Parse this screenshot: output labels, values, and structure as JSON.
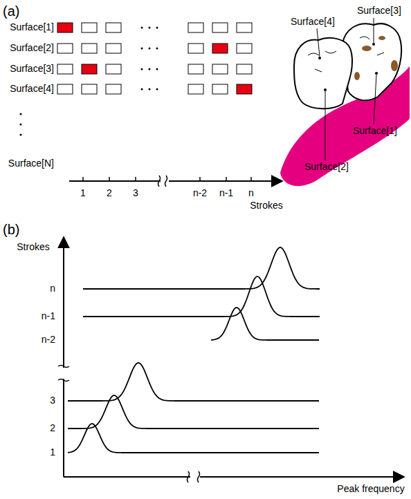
{
  "diagram": {
    "labels": [
      "(a)",
      "Surface[1]",
      "Surface[2]",
      "Surface[3]",
      "Surface[4]",
      "Surface[N]",
      "Surface[3]",
      "Surface[4]",
      "Surface[1]",
      "Surface[2]",
      "1",
      "2",
      "3",
      "n-2",
      "n-1",
      "n",
      "Strokes",
      "(b)",
      "Strokes",
      "n",
      "n-1",
      "n-2",
      "3",
      "2",
      "1",
      "Peak frequency"
    ]
  }
}
